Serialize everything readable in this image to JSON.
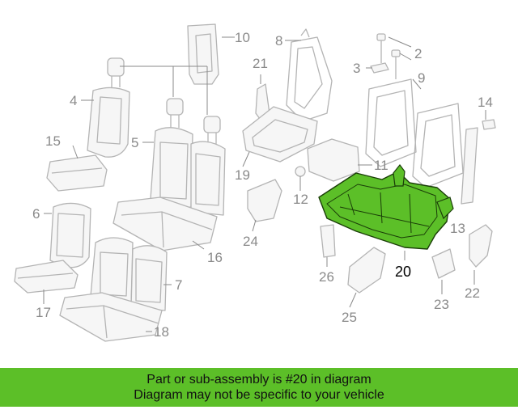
{
  "diagram": {
    "highlight_color": "#5cbf28",
    "highlighted_part": "20",
    "callouts": [
      "2",
      "3",
      "4",
      "5",
      "6",
      "7",
      "8",
      "9",
      "10",
      "11",
      "12",
      "13",
      "14",
      "15",
      "16",
      "17",
      "18",
      "19",
      "20",
      "21",
      "22",
      "23",
      "24",
      "25",
      "26"
    ]
  },
  "banner": {
    "line1": "Part or sub-assembly is #20 in diagram",
    "line2": "Diagram may not be specific to your vehicle",
    "background": "#5cbf28"
  }
}
